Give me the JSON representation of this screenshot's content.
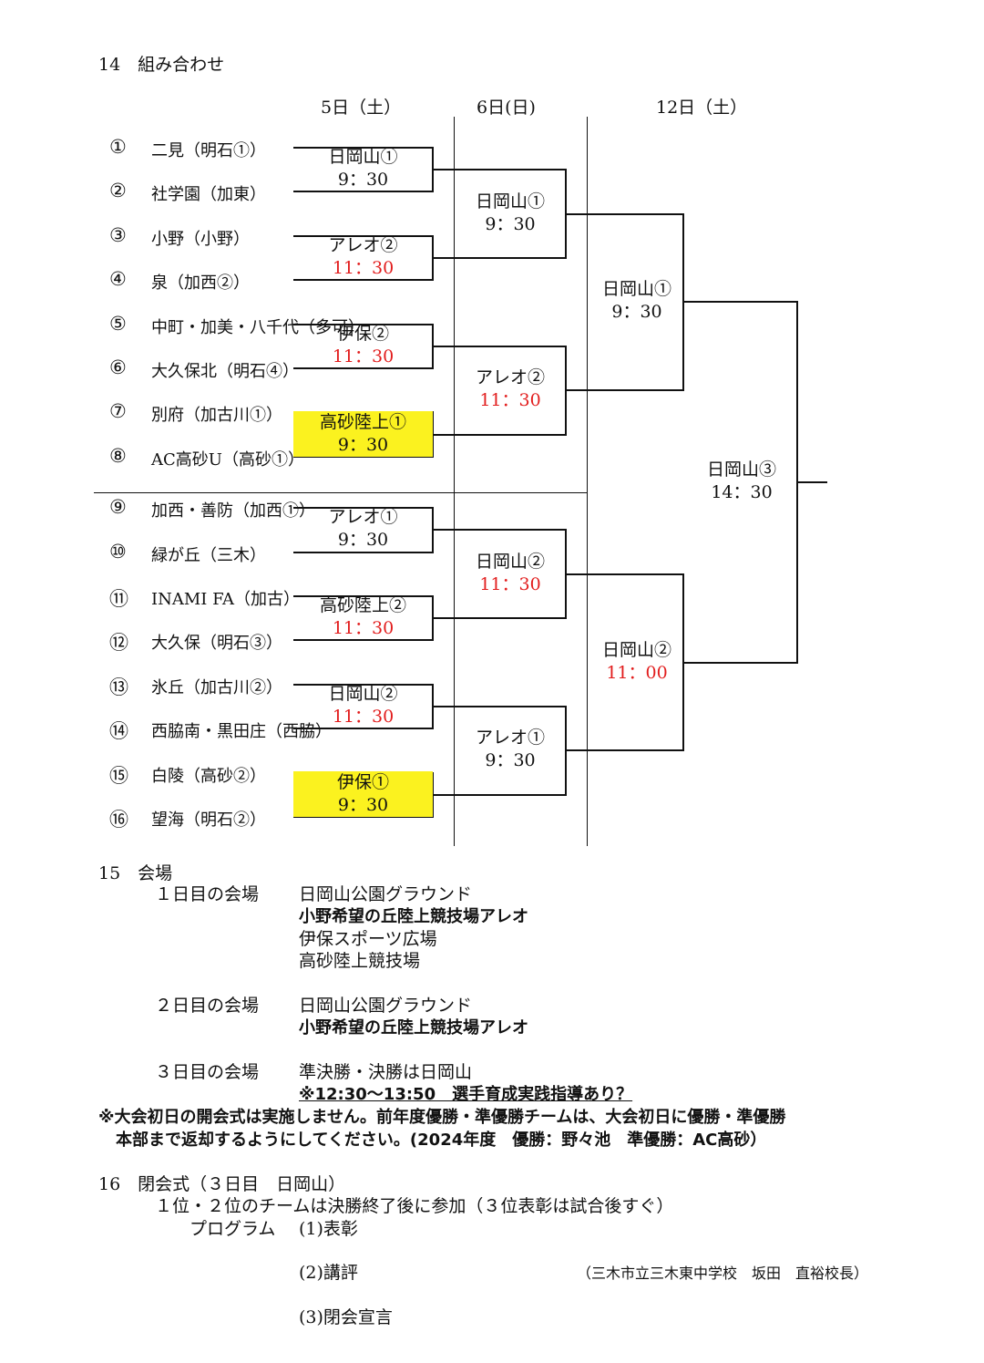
{
  "sections": {
    "combo": "14　組み合わせ",
    "venue": "15　会場",
    "closing": "16　閉会式（３日目　日岡山）"
  },
  "days": {
    "d1": "5日（土）",
    "d2": "6日(日)",
    "d3": "12日（土）"
  },
  "teams": [
    {
      "num": "①",
      "name": "二見（明石①）"
    },
    {
      "num": "②",
      "name": "社学園（加東）"
    },
    {
      "num": "③",
      "name": "小野（小野）"
    },
    {
      "num": "④",
      "name": "泉（加西②）"
    },
    {
      "num": "⑤",
      "name": "中町・加美・八千代（多可）"
    },
    {
      "num": "⑥",
      "name": "大久保北（明石④）"
    },
    {
      "num": "⑦",
      "name": "別府（加古川①）"
    },
    {
      "num": "⑧",
      "name": "AC高砂U（高砂①）"
    },
    {
      "num": "⑨",
      "name": "加西・善防（加西①）"
    },
    {
      "num": "⑩",
      "name": "緑が丘（三木）"
    },
    {
      "num": "⑪",
      "name": "INAMI FA（加古）"
    },
    {
      "num": "⑫",
      "name": "大久保（明石③）"
    },
    {
      "num": "⑬",
      "name": "氷丘（加古川②）"
    },
    {
      "num": "⑭",
      "name": "西脇南・黒田庄（西脇）"
    },
    {
      "num": "⑮",
      "name": "白陵（高砂②）"
    },
    {
      "num": "⑯",
      "name": "望海（明石②）"
    }
  ],
  "round1": [
    {
      "venue": "日岡山①",
      "time": "9：30"
    },
    {
      "venue": "アレオ②",
      "time": "11：30"
    },
    {
      "venue": "伊保②",
      "time": "11：30"
    },
    {
      "venue": "高砂陸上①",
      "time": "9：30"
    },
    {
      "venue": "アレオ①",
      "time": "9：30"
    },
    {
      "venue": "高砂陸上②",
      "time": "11：30"
    },
    {
      "venue": "日岡山②",
      "time": "11：30"
    },
    {
      "venue": "伊保①",
      "time": "9：30"
    }
  ],
  "round2": [
    {
      "venue": "日岡山①",
      "time": "9：30"
    },
    {
      "venue": "アレオ②",
      "time": "11：30"
    },
    {
      "venue": "日岡山②",
      "time": "11：30"
    },
    {
      "venue": "アレオ①",
      "time": "9：30"
    }
  ],
  "semis": [
    {
      "venue": "日岡山①",
      "time": "9：30"
    },
    {
      "venue": "日岡山②",
      "time": "11：00"
    }
  ],
  "final": {
    "venue": "日岡山③",
    "time": "14：30"
  },
  "venues": {
    "day1_label": "１日目の会場",
    "day1": [
      "日岡山公園グラウンド",
      "小野希望の丘陸上競技場アレオ",
      "伊保スポーツ広場",
      "高砂陸上競技場"
    ],
    "day2_label": "２日目の会場",
    "day2": [
      "日岡山公園グラウンド",
      "小野希望の丘陸上競技場アレオ"
    ],
    "day3_label": "３日目の会場",
    "day3": "準決勝・決勝は日岡山",
    "day3_note": "※12:30～13:50　選手育成実践指導あり？"
  },
  "notice": {
    "line1": "※大会初日の開会式は実施しません。前年度優勝・準優勝チームは、大会初日に優勝・準優勝",
    "line2": "本部まで返却するようにしてください。(2024年度　優勝：野々池　準優勝：AC高砂）"
  },
  "closing": {
    "line1": "１位・２位のチームは決勝終了後に参加（３位表彰は試合後すぐ）",
    "program_label": "プログラム",
    "item1": "(1)表彰",
    "item2": "(2)講評",
    "item2_by": "（三木市立三木東中学校　坂田　直裕校長）",
    "item3": "(3)閉会宣言"
  }
}
